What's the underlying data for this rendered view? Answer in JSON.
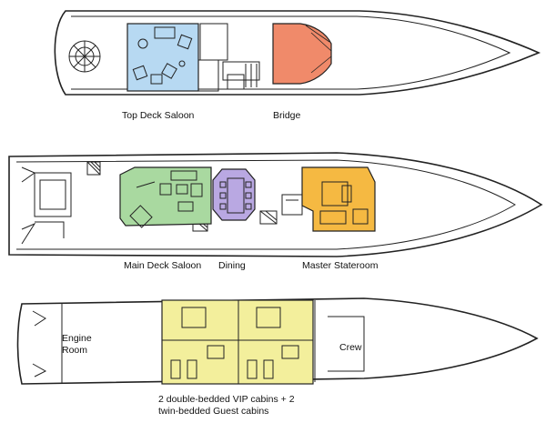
{
  "decks": [
    {
      "id": "top",
      "labels": {
        "saloon": "Top Deck Saloon",
        "bridge": "Bridge"
      }
    },
    {
      "id": "main",
      "labels": {
        "saloon": "Main Deck Saloon",
        "dining": "Dining",
        "master": "Master Stateroom"
      }
    },
    {
      "id": "lower",
      "labels": {
        "engine_line1": "Engine",
        "engine_line2": "Room",
        "crew": "Crew",
        "cabins_line1": "2 double-bedded VIP cabins + 2",
        "cabins_line2": "twin-bedded Guest cabins"
      }
    }
  ],
  "colors": {
    "outline": "#222222",
    "saloon_top": "#b7d9f2",
    "bridge": "#f08a6a",
    "saloon_main": "#a9d9a0",
    "dining": "#b9a8e2",
    "master": "#f5b942",
    "cabins": "#f3ef9c"
  }
}
